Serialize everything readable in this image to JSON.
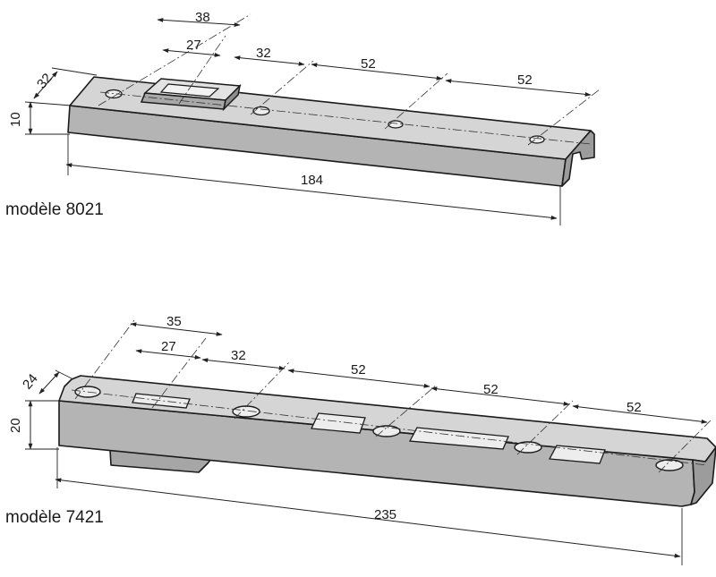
{
  "models": [
    {
      "label": "modèle 8021",
      "dims": {
        "width": "32",
        "height": "10",
        "d38": "38",
        "d27": "27",
        "d32": "32",
        "d52a": "52",
        "d52b": "52",
        "length": "184"
      }
    },
    {
      "label": "modèle 7421",
      "dims": {
        "width": "24",
        "height": "20",
        "d35": "35",
        "d27": "27",
        "d32": "32",
        "d52a": "52",
        "d52b": "52",
        "d52c": "52",
        "length": "235"
      }
    }
  ],
  "colors": {
    "plate_top": "#d4d4d4",
    "plate_front": "#b2b2b2",
    "plate_side": "#9a9a9a",
    "line": "#1a1a1a"
  }
}
